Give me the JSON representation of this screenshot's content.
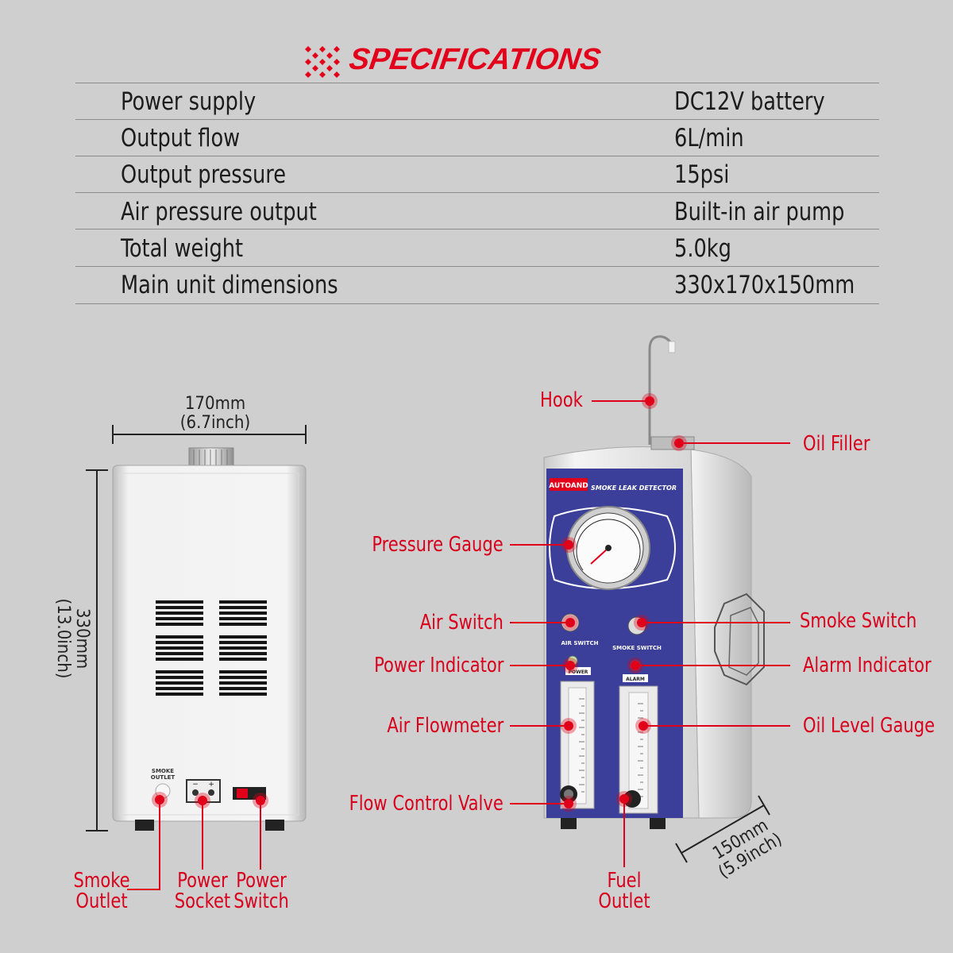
{
  "header": {
    "title": "SPECIFICATIONS"
  },
  "specs": [
    {
      "label": "Power supply",
      "value": "DC12V battery"
    },
    {
      "label": "Output flow",
      "value": "6L/min"
    },
    {
      "label": "Output pressure",
      "value": "15psi"
    },
    {
      "label": "Air pressure output",
      "value": "Built-in air pump"
    },
    {
      "label": "Total weight",
      "value": "5.0kg"
    },
    {
      "label": "Main unit dimensions",
      "value": "330x170x150mm"
    }
  ],
  "dimensions": {
    "width_mm": "170mm",
    "width_in": "(6.7inch)",
    "height_mm": "330mm",
    "height_in": "(13.0inch)",
    "depth_mm": "150mm",
    "depth_in": "(5.9inch)"
  },
  "back_view": {
    "panel_smoke_outlet": "SMOKE OUTLET",
    "callouts": {
      "smoke_outlet_1": "Smoke",
      "smoke_outlet_2": "Outlet",
      "power_socket_1": "Power",
      "power_socket_2": "Socket",
      "power_switch_1": "Power",
      "power_switch_2": "Switch"
    }
  },
  "front_view": {
    "brand": "AUTOAND",
    "product": "SMOKE LEAK DETECTOR",
    "panel_labels": {
      "air_switch": "AIR SWITCH",
      "smoke_switch": "SMOKE SWITCH",
      "power": "POWER",
      "alarm": "ALARM"
    },
    "callouts": {
      "hook": "Hook",
      "oil_filler": "Oil Filler",
      "pressure_gauge": "Pressure Gauge",
      "air_switch": "Air Switch",
      "smoke_switch": "Smoke Switch",
      "power_indicator": "Power Indicator",
      "alarm_indicator": "Alarm Indicator",
      "air_flowmeter": "Air Flowmeter",
      "oil_level_gauge": "Oil Level Gauge",
      "flow_control_valve": "Flow Control Valve",
      "fuel_outlet_1": "Fuel",
      "fuel_outlet_2": "Outlet"
    }
  },
  "colors": {
    "accent": "#d8001c",
    "panel": "#3b3f9a",
    "background": "#cfcfcf"
  }
}
